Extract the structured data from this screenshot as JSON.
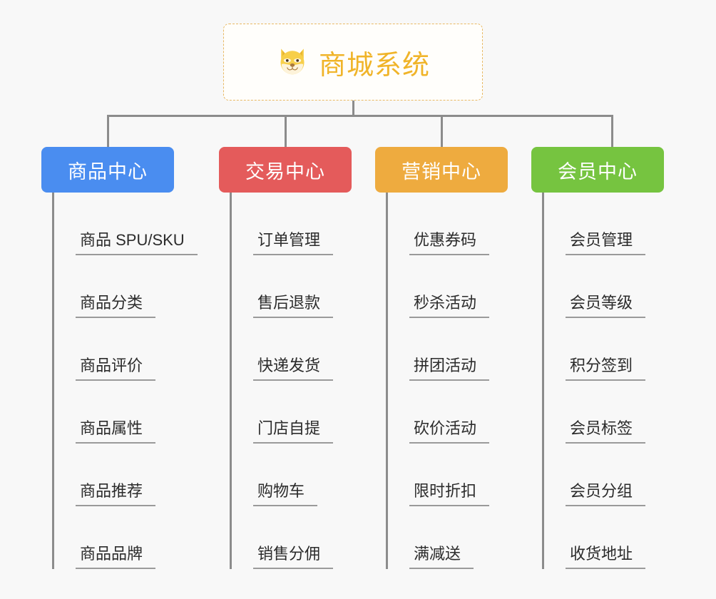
{
  "page": {
    "background": "#f8f8f8",
    "title": "商城系统"
  },
  "root": {
    "icon": "dog-face-icon",
    "label": "商城系统",
    "accent": "#f0b429",
    "border_color": "#e8b964"
  },
  "branches": [
    {
      "id": "product-center",
      "label": "商品中心",
      "color": "#4a8df0",
      "items": [
        "商品 SPU/SKU",
        "商品分类",
        "商品评价",
        "商品属性",
        "商品推荐",
        "商品品牌"
      ]
    },
    {
      "id": "trade-center",
      "label": "交易中心",
      "color": "#e45b5b",
      "items": [
        "订单管理",
        "售后退款",
        "快递发货",
        "门店自提",
        "购物车",
        "销售分佣"
      ]
    },
    {
      "id": "marketing-center",
      "label": "营销中心",
      "color": "#eeab3f",
      "items": [
        "优惠券码",
        "秒杀活动",
        "拼团活动",
        "砍价活动",
        "限时折扣",
        "满减送"
      ]
    },
    {
      "id": "member-center",
      "label": "会员中心",
      "color": "#76c440",
      "items": [
        "会员管理",
        "会员等级",
        "积分签到",
        "会员标签",
        "会员分组",
        "收货地址"
      ]
    }
  ],
  "connector": {
    "color": "#8c8c8c"
  }
}
